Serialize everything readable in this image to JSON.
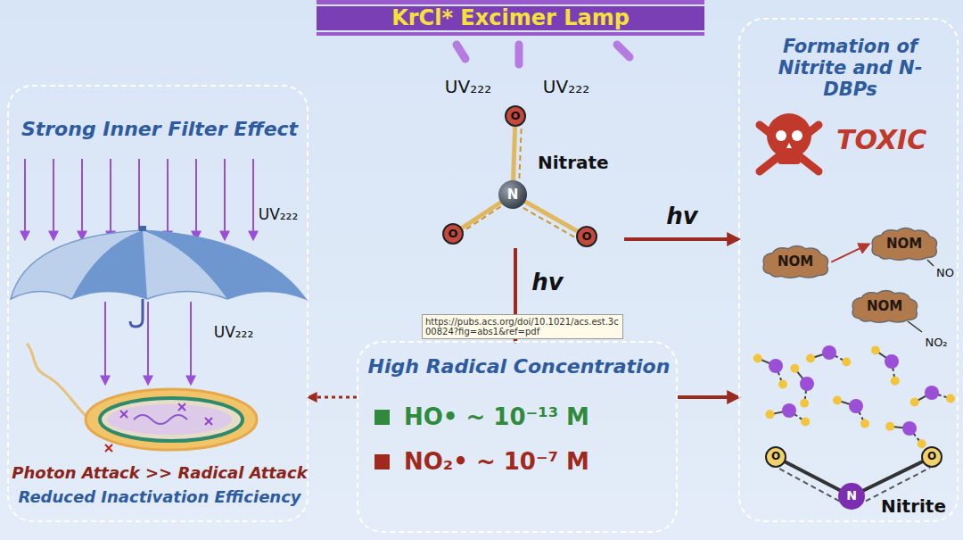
{
  "diagram": {
    "nodes": [
      {
        "text": [
          "KrCl* Excimer Lamp"
        ]
      },
      {
        "text": [
          "Strong Inner Filter Effect",
          "Photon Attack >> Radical Attack",
          "Reduced Inactivation Efficiency"
        ]
      },
      {
        "text": [
          "Nitrate"
        ]
      },
      {
        "text": [
          "High Radical Concentration"
        ]
      },
      {
        "text": [
          "Formation of Nitrite and N-DBPs",
          "TOXIC",
          "Nitrite"
        ]
      },
      {
        "text": [
          "NOM"
        ],
        "in": 4
      },
      {
        "text": [
          "NOM"
        ],
        "in": 4
      },
      {
        "text": [
          "NOM"
        ],
        "in": 4
      }
    ],
    "edges": [
      {
        "from": 2,
        "to": 4,
        "arrow": "to",
        "label": "hv"
      },
      {
        "from": 2,
        "to": 3,
        "arrow": "to",
        "label": "hv"
      },
      {
        "from": 3,
        "to": 4,
        "arrow": "to"
      },
      {
        "from": 3,
        "to": 1,
        "arrow": "to"
      },
      {
        "from": 5,
        "to": 6,
        "arrow": "to"
      }
    ],
    "labels": [
      "UV₂₂₂",
      "UV₂₂₂",
      "O",
      "N",
      "O",
      "O",
      "UV₂₂₂",
      "UV₂₂₂",
      "https://pubs.acs.org/doi/10.1021/acs.est.3c00824?fig=abs1&ref=pdf",
      "NO",
      "NO₂",
      "O",
      "O",
      "N"
    ],
    "legend": [
      {
        "text": "HO• ~ 10⁻¹³ M",
        "color": "#2f8a3b"
      },
      {
        "text": "NO₂• ~ 10⁻⁷ M",
        "color": "#a0281c"
      }
    ]
  }
}
